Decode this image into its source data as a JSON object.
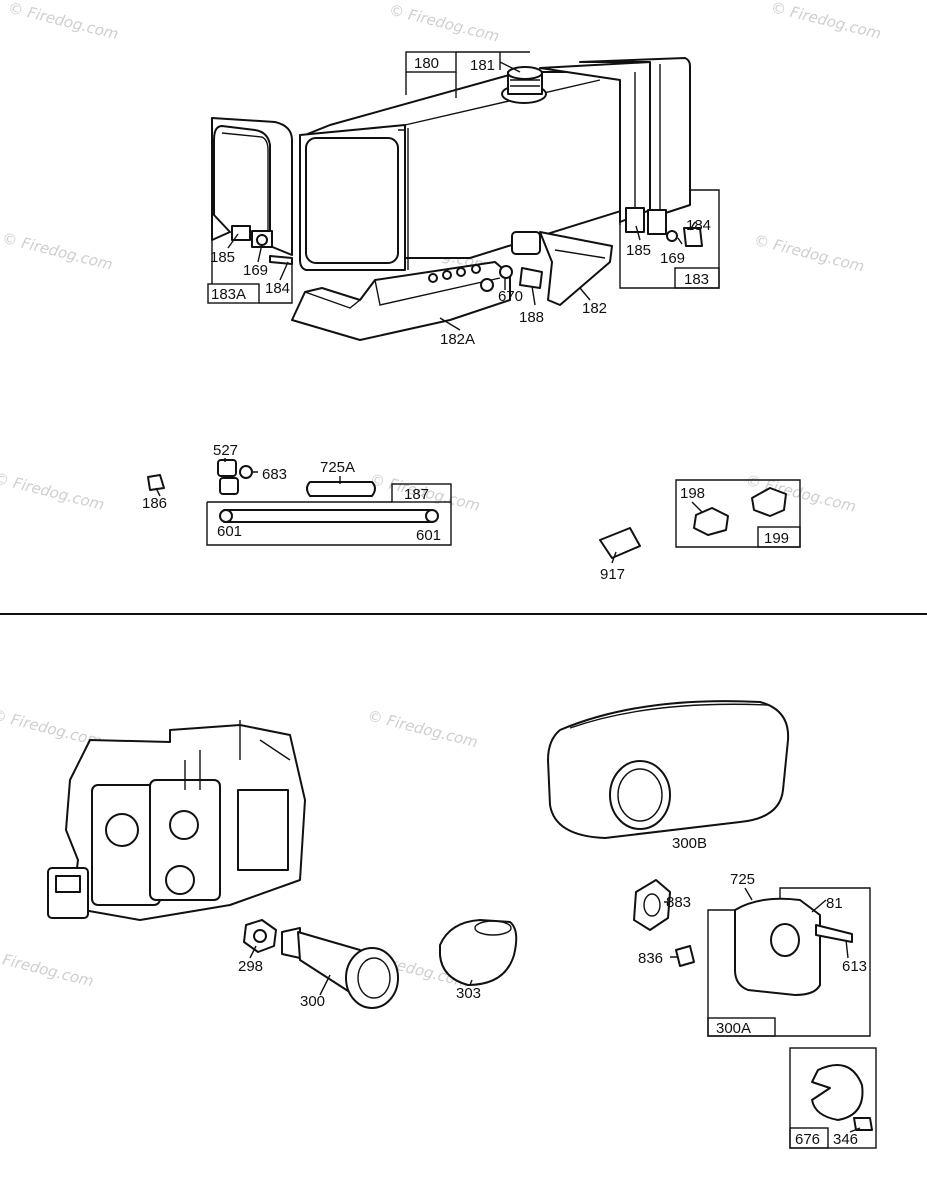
{
  "watermark": "© Firedog.com",
  "labels": {
    "p180": "180",
    "p181": "181",
    "p185a": "185",
    "p169a": "169",
    "p184a": "184",
    "p183A": "183A",
    "p185b": "185",
    "p184b": "184",
    "p169b": "169",
    "p183": "183",
    "p670": "670",
    "p188": "188",
    "p182": "182",
    "p182A": "182A",
    "p527": "527",
    "p683": "683",
    "p725A": "725A",
    "p186": "186",
    "p187": "187",
    "p601a": "601",
    "p601b": "601",
    "p198": "198",
    "p199": "199",
    "p917": "917",
    "p300B": "300B",
    "p725": "725",
    "p81": "81",
    "p883": "883",
    "p836": "836",
    "p613": "613",
    "p300A": "300A",
    "p298": "298",
    "p300": "300",
    "p303": "303",
    "p676": "676",
    "p346": "346"
  }
}
